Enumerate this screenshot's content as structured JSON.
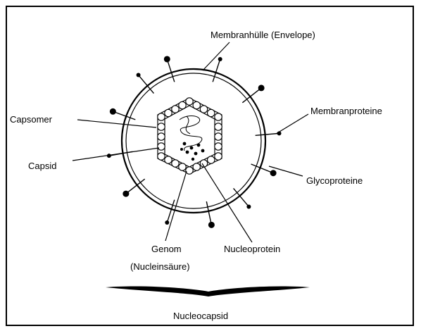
{
  "labels": {
    "envelope": "Membranhülle (Envelope)",
    "membrane_proteins": "Membranproteine",
    "glycoproteins": "Glycoproteine",
    "capsomer": "Capsomer",
    "capsid": "Capsid",
    "genome_line1": "Genom",
    "genome_line2": "(Nucleinsäure)",
    "nucleoprotein": "Nucleoprotein",
    "nucleocapsid": "Nucleocapsid"
  },
  "colors": {
    "ink": "#000000",
    "background": "#ffffff"
  }
}
